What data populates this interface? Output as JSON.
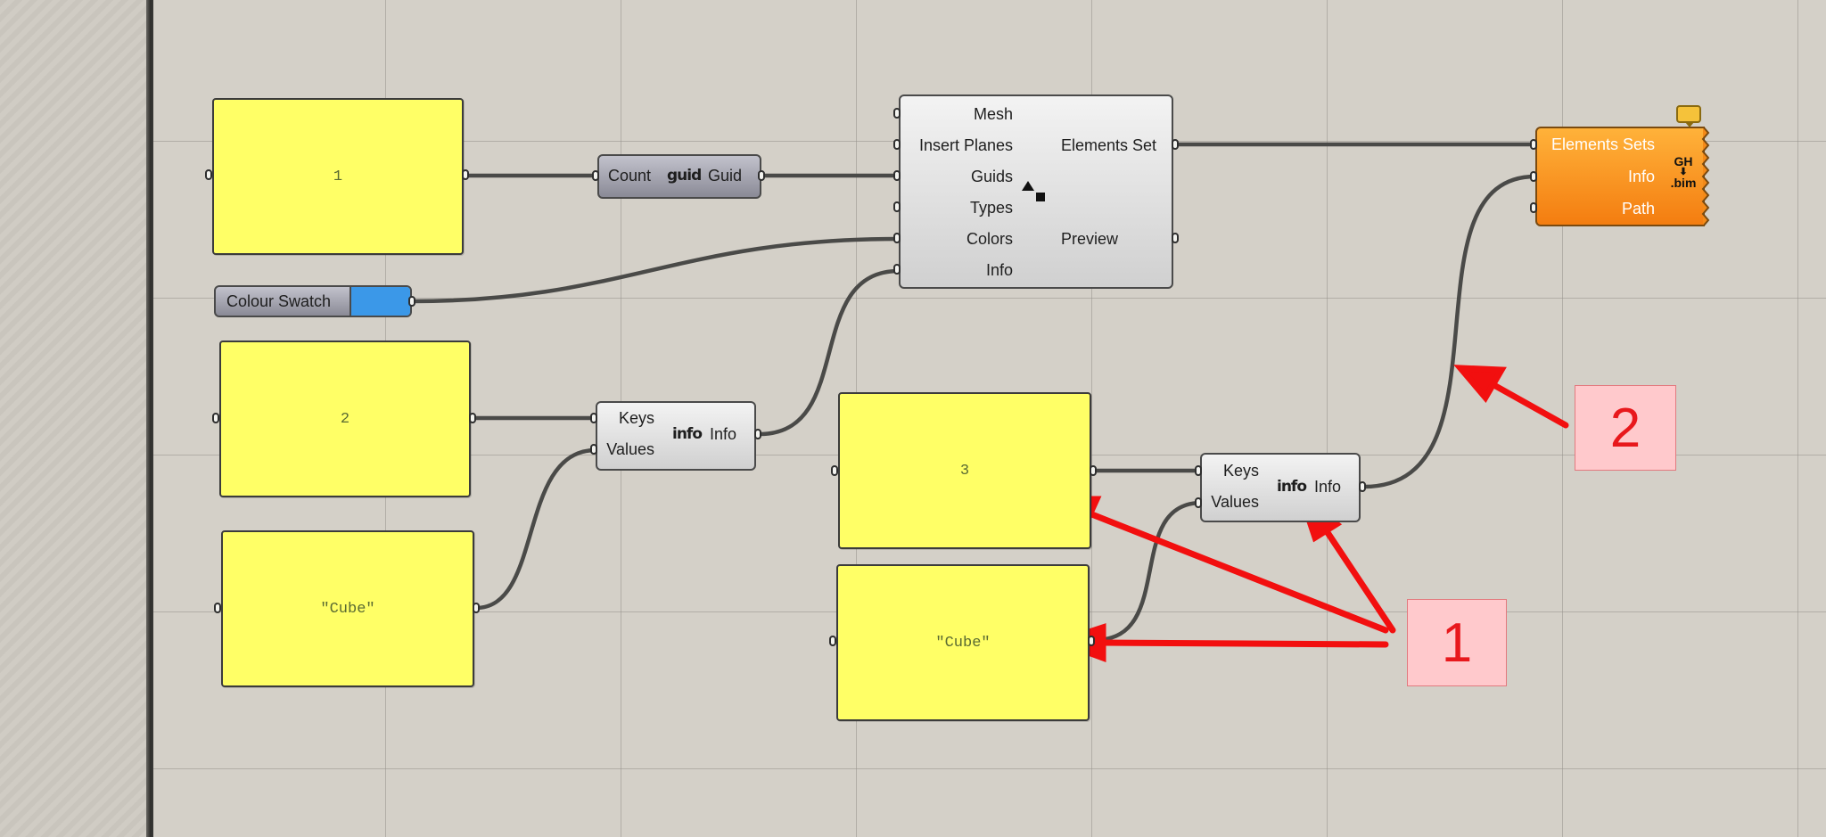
{
  "panels": {
    "p1": "1",
    "p2": "2",
    "p3": "3",
    "cube_a": "\"Cube\"",
    "cube_b": "\"Cube\""
  },
  "count_guid": {
    "in_label": "Count",
    "icon": "guid",
    "out_label": "Guid"
  },
  "colour_swatch": {
    "label": "Colour Swatch",
    "color": "#3b98e8"
  },
  "info1": {
    "in1": "Keys",
    "in2": "Values",
    "icon": "info",
    "out": "Info"
  },
  "info2": {
    "in1": "Keys",
    "in2": "Values",
    "icon": "info",
    "out": "Info"
  },
  "elements_comp": {
    "inputs": [
      "Mesh",
      "Insert Planes",
      "Guids",
      "Types",
      "Colors",
      "Info"
    ],
    "outputs": [
      "Elements Set",
      "Preview"
    ],
    "icon": "mesh-triangle-square-icon"
  },
  "export_comp": {
    "inputs": [
      "Elements Sets",
      "Info",
      "Path"
    ],
    "icon_top": "GH",
    "icon_mid": "⬇",
    "icon_bot": ".bim"
  },
  "callouts": {
    "one": "1",
    "two": "2"
  },
  "colors": {
    "panel": "#ffff66",
    "accent_orange": "#f47d10",
    "arrow": "#f20f0f"
  }
}
